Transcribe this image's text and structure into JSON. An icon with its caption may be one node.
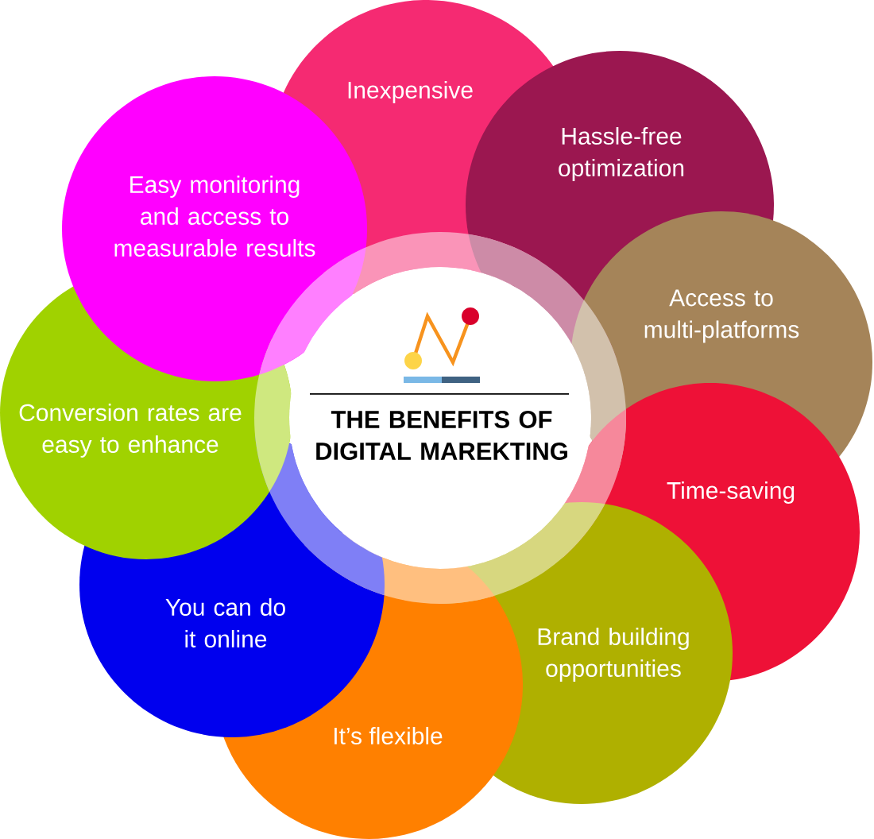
{
  "diagram": {
    "nodes": [
      {
        "text": [
          "THE BENEFITS OF DIGITAL MAREKTING"
        ]
      },
      {
        "text": [
          "Inexpensive"
        ]
      },
      {
        "text": [
          "Hassle-free optimization"
        ]
      },
      {
        "text": [
          "Access to multi-platforms"
        ]
      },
      {
        "text": [
          "Time-saving"
        ]
      },
      {
        "text": [
          "Brand building opportunities"
        ]
      },
      {
        "text": [
          "It’s flexible"
        ]
      },
      {
        "text": [
          "You can do it online"
        ]
      },
      {
        "text": [
          "Conversion rates are easy to enhance"
        ]
      },
      {
        "text": [
          "Easy monitoring and access to measurable results"
        ]
      }
    ]
  }
}
